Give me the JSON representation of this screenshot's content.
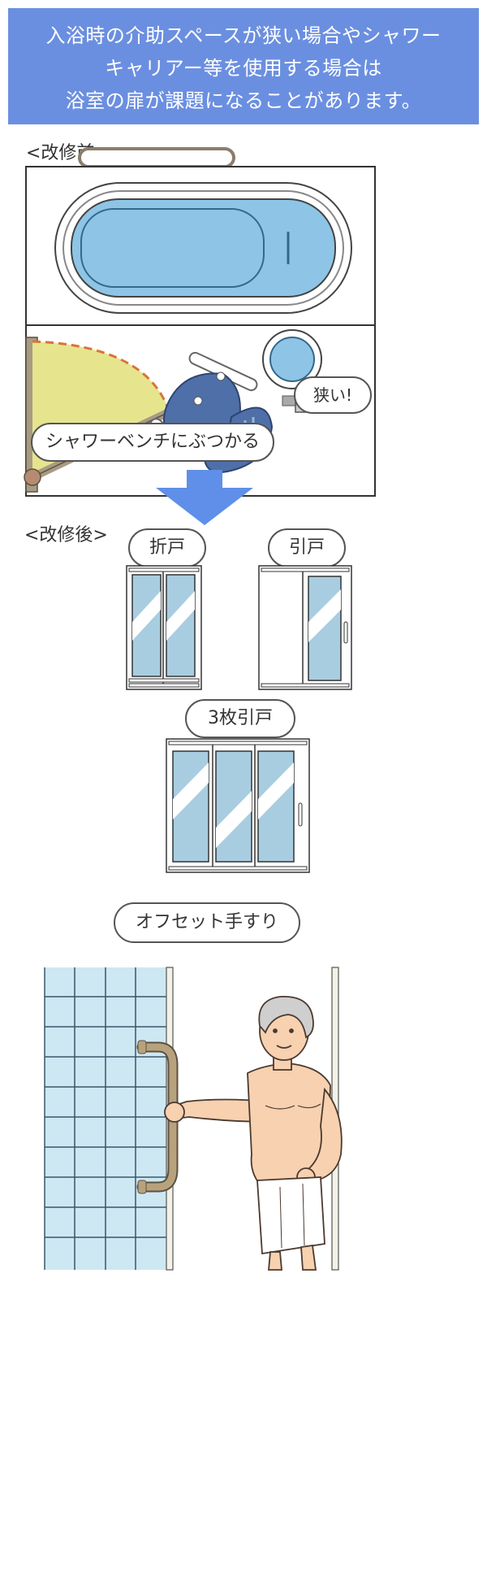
{
  "banner": {
    "line1": "入浴時の介助スペースが狭い場合やシャワー",
    "line2": "キャリアー等を使用する場合は",
    "line3": "浴室の扉が課題になることがあります。"
  },
  "before": {
    "label": "<改修前>",
    "narrow_bubble": "狭い!",
    "caption": "シャワーベンチにぶつかる"
  },
  "after": {
    "label": "<改修後>",
    "door_folding": "折戸",
    "door_sliding": "引戸",
    "door_triple_sliding": "3枚引戸"
  },
  "handrail": {
    "label": "オフセット手すり"
  },
  "colors": {
    "banner": "#6b8fe0",
    "arrow": "#5f8fe8",
    "tub": "#8ec5e6",
    "fan": "#e6e58e",
    "glass": "#a9cde0",
    "tile": "#cde8f3"
  }
}
